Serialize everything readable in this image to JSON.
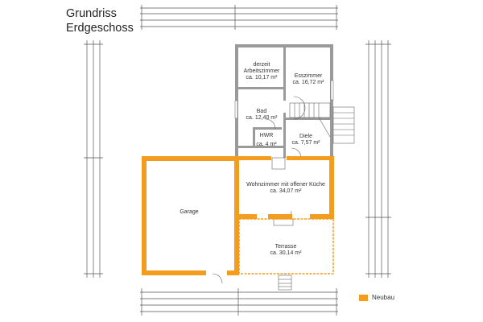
{
  "header": {
    "line1": "Grundriss",
    "line2": "Erdgeschoss"
  },
  "rooms": {
    "arbeitszimmer": {
      "name1": "derzeit",
      "name2": "Arbeitszimmer",
      "area": "ca. 10,17 m²"
    },
    "esszimmer": {
      "name": "Esszimmer",
      "area": "ca. 16,72 m²"
    },
    "bad": {
      "name": "Bad",
      "area": "ca. 12,40 m²"
    },
    "hwr": {
      "name": "HWR",
      "area": "ca. 4 m²"
    },
    "diele": {
      "name": "Diele",
      "area": "ca. 7,57 m²"
    },
    "wohnzimmer": {
      "name": "Wohnzimmer mit offener Küche",
      "area": "ca. 34,07 m²"
    },
    "terrasse": {
      "name": "Terrasse",
      "area": "ca. 30,14 m²"
    },
    "garage": {
      "name": "Garage"
    }
  },
  "legend": {
    "label": "Neubau",
    "color": "#f39c1e"
  },
  "colors": {
    "existing_wall": "#9a9a9a",
    "new_wall": "#f39c1e"
  }
}
